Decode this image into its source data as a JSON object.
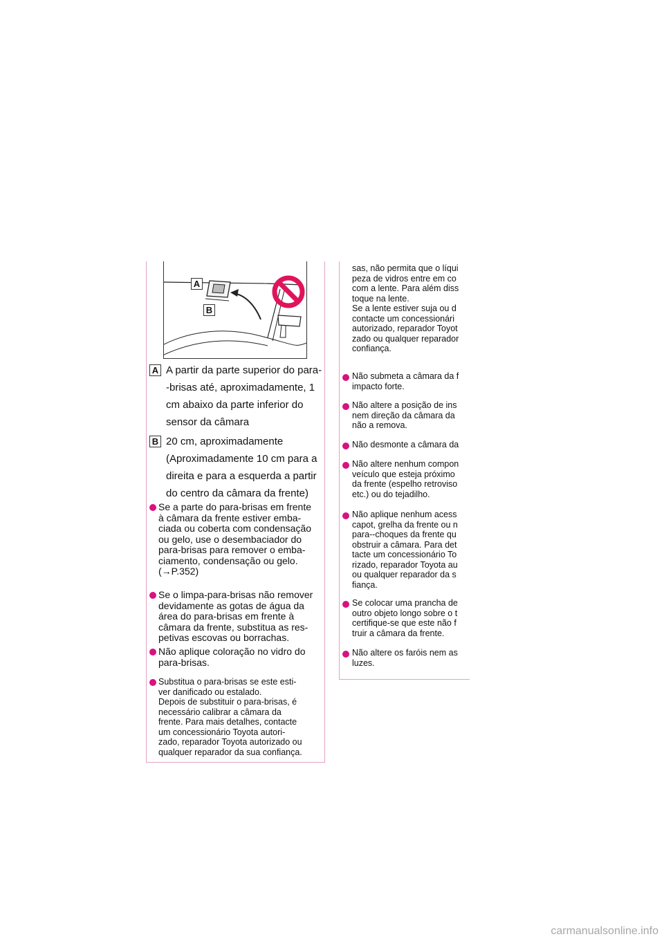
{
  "figure": {
    "label_a": "A",
    "label_b": "B"
  },
  "left": {
    "item_a": {
      "label": "A",
      "lines": [
        "A partir da parte superior do para-",
        "-brisas até, aproximadamente, 1",
        "cm abaixo da parte inferior do",
        "sensor da câmara"
      ]
    },
    "item_b": {
      "label": "B",
      "lines": [
        "20 cm, aproximadamente",
        "(Aproximadamente 10 cm para a",
        "direita e para a esquerda a partir",
        "do centro da câmara da frente)"
      ]
    },
    "bullets": [
      "Se a parte do para-brisas em frente\nà câmara da frente estiver emba-\nciada ou coberta com condensação\nou gelo, use o desembaciador do\npara-brisas para remover o emba-\nciamento, condensação ou gelo.\n(→P.352)",
      "Se o limpa-para-brisas não remover\ndevidamente as gotas de água da\nárea do para-brisas em frente à\ncâmara da frente, substitua as res-\npetivas escovas ou borrachas.",
      "Não aplique coloração no vidro do\npara-brisas.",
      "Substitua o para-brisas se este esti-\nver danificado ou estalado.\nDepois de substituir o para-brisas, é\nnecessário calibrar a câmara da\nfrente. Para mais detalhes, contacte\num concessionário Toyota autori-\nzado, reparador Toyota autorizado ou\nqualquer reparador da sua confiança."
    ]
  },
  "right": {
    "continuation": "sas, não permita que o líqui\npeza de vidros entre em co\ncom a lente. Para além diss\ntoque na lente.\nSe a lente estiver suja ou d\ncontacte um concessionári\nautorizado, reparador Toyot\nzado ou qualquer reparador\nconfiança.",
    "bullets": [
      "Não submeta a câmara da f\nimpacto forte.",
      "Não altere a posição de ins\nnem direção da câmara da\nnão a remova.",
      "Não desmonte a câmara da",
      "Não altere nenhum compon\nveículo que esteja próximo\nda frente (espelho retroviso\netc.) ou do tejadilho.",
      "Não aplique nenhum acess\ncapot, grelha da frente ou n\npara--choques da frente qu\nobstruir a câmara. Para det\ntacte um concessionário To\nrizado, reparador Toyota au\nou qualquer reparador da s\nfiança.",
      "Se colocar uma prancha de\noutro objeto longo sobre o t\ncertifique-se que este não f\ntruir a câmara da frente.",
      "Não altere os faróis nem as\nluzes."
    ]
  },
  "footer": "carmanualsonline.info",
  "colors": {
    "accent": "#d8127e",
    "border": "#e3a2c6",
    "prohibit": "#e0145a"
  }
}
